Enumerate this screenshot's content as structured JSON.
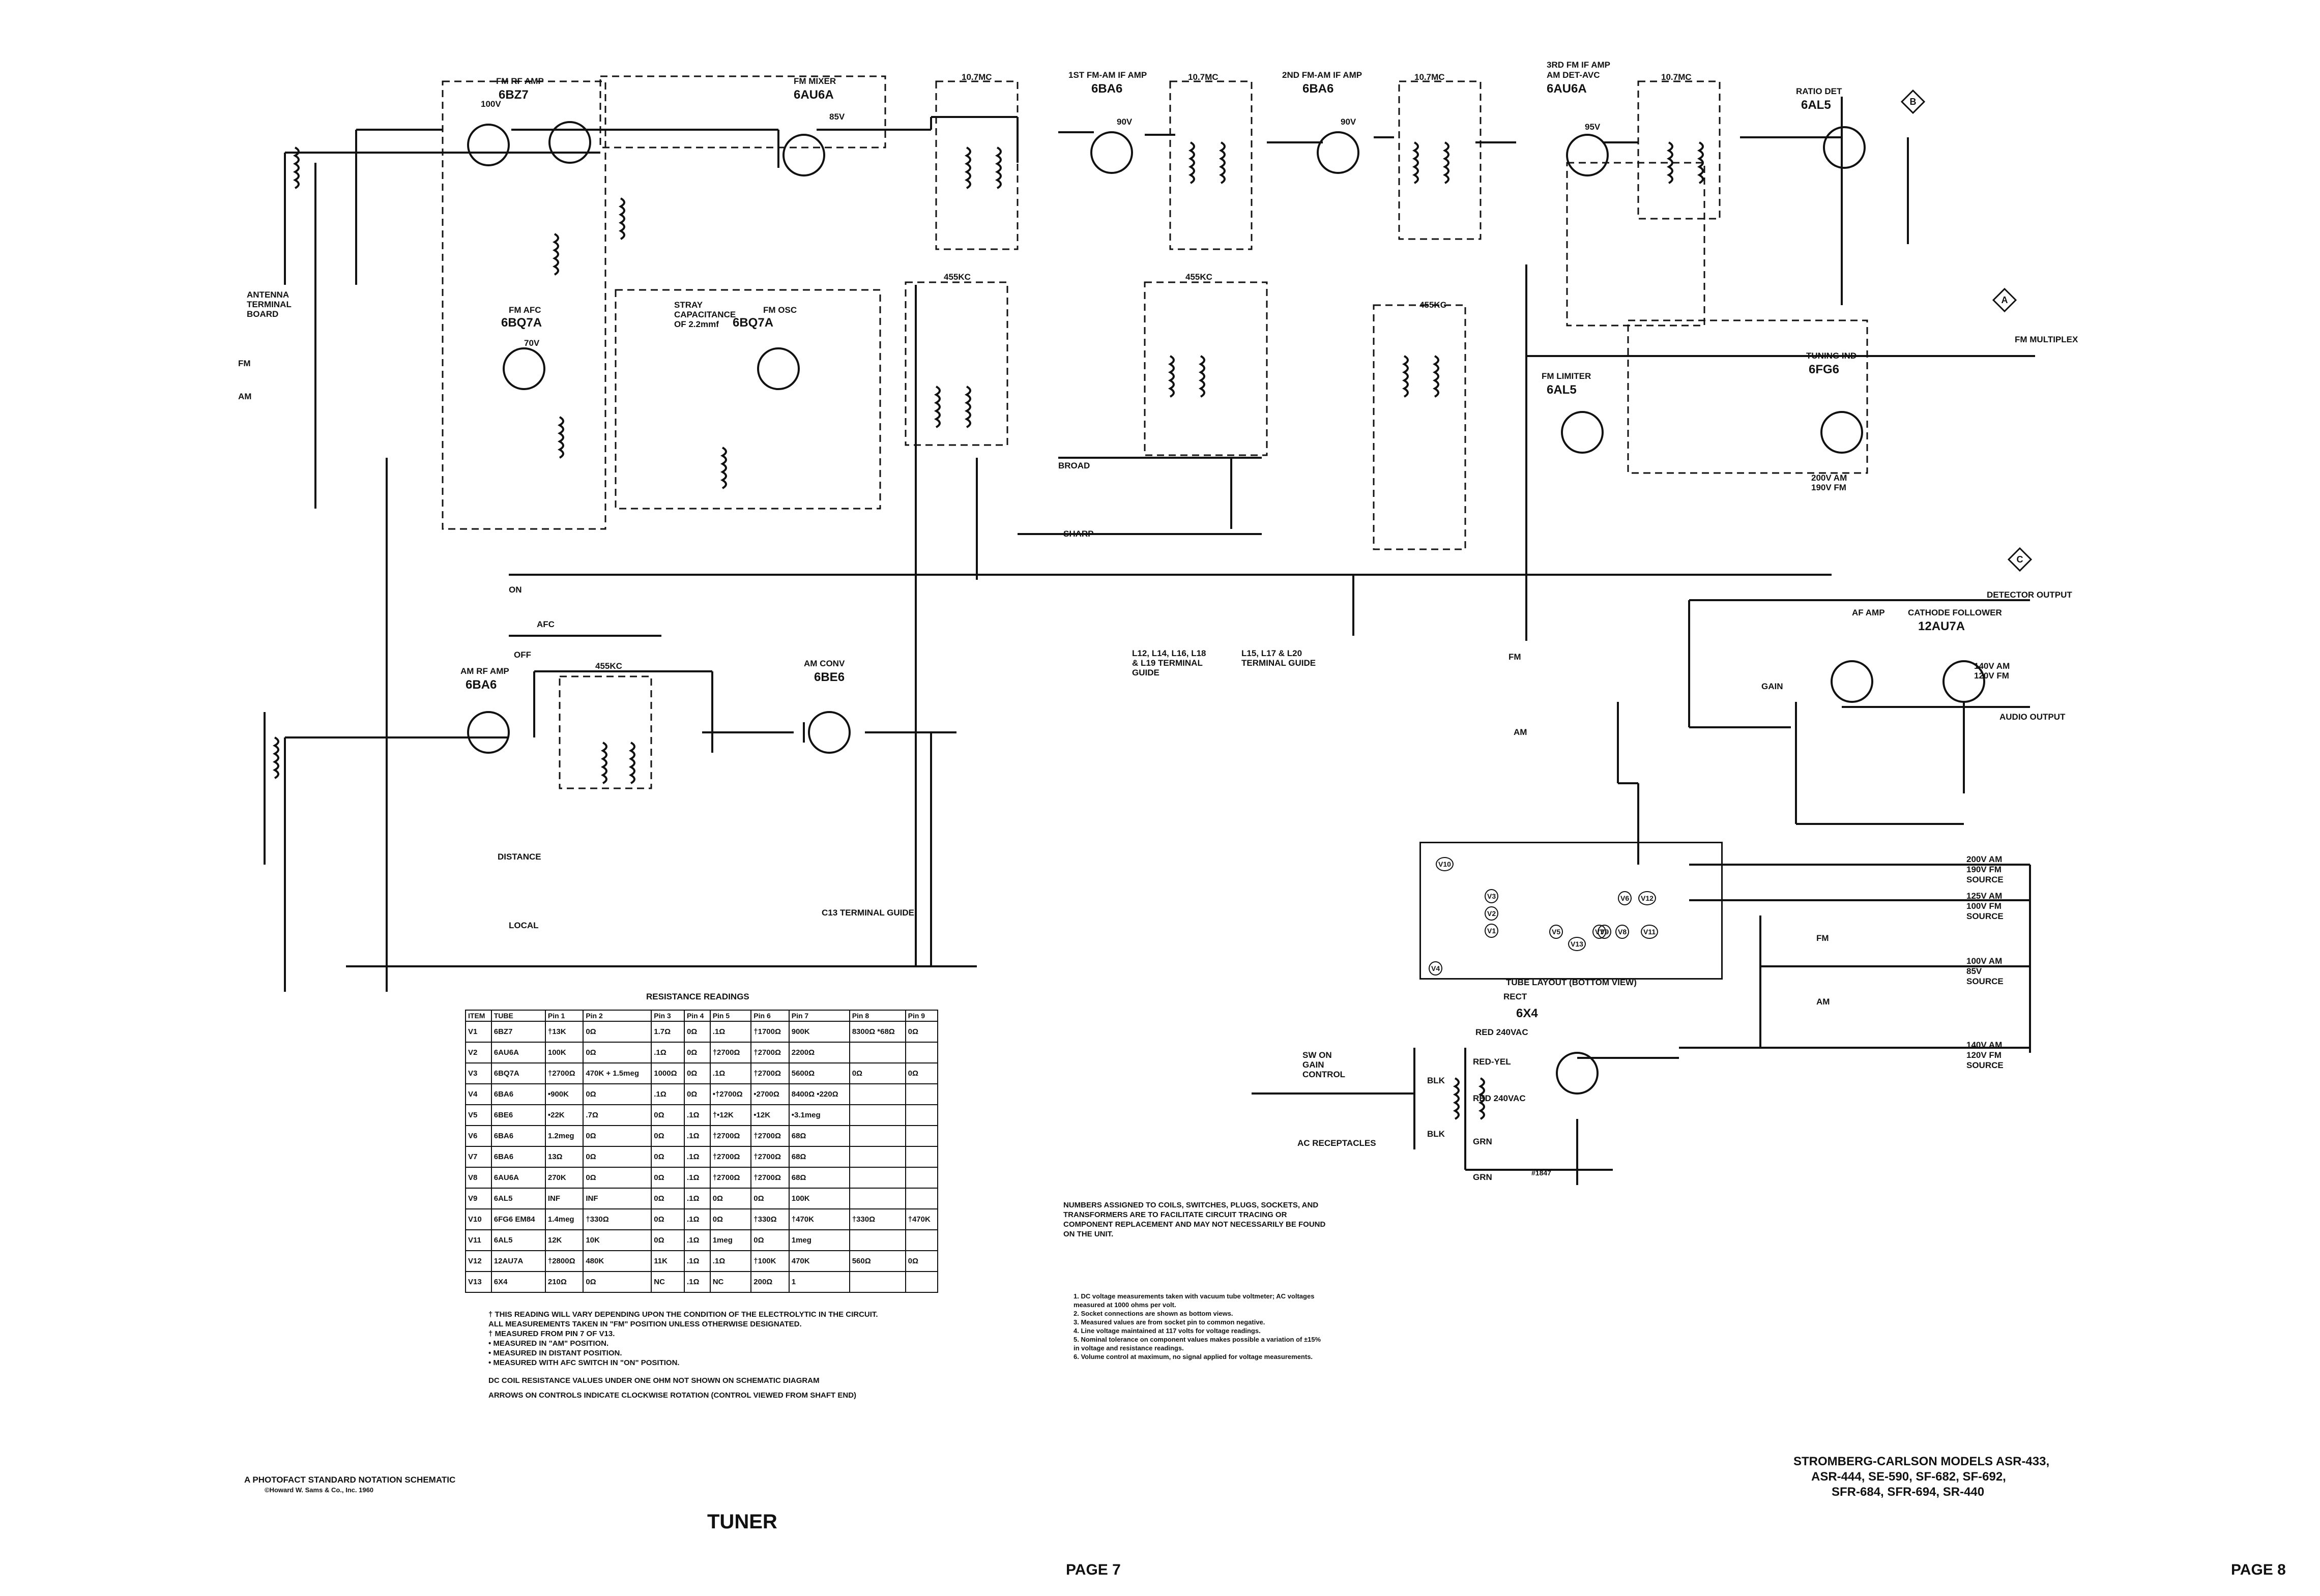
{
  "labels": {
    "fm_rf_amp": "FM RF AMP",
    "v1_type": "6BZ7",
    "fm_mixer": "FM MIXER",
    "v2_type": "6AU6A",
    "fm_afc": "FM AFC",
    "v3a_type": "6BQ7A",
    "fm_osc": "FM OSC",
    "v3b_type": "6BQ7A",
    "if1_amp": "1ST FM-AM IF AMP",
    "v6_type": "6BA6",
    "if2_amp": "2ND FM-AM IF AMP",
    "v7_type": "6BA6",
    "if3_amp": "3RD FM IF AMP",
    "if3_amp_b": "AM DET-AVC",
    "v8_type": "6AU6A",
    "ratio_det": "RATIO DET",
    "v11_type": "6AL5",
    "fm_limiter": "FM LIMITER",
    "v9_type": "6AL5",
    "tuning_ind": "TUNING IND",
    "v10_type": "6FG6",
    "am_rf_amp": "AM RF AMP",
    "v4_type": "6BA6",
    "am_conv": "AM CONV",
    "v5_type": "6BE6",
    "af_amp": "AF AMP",
    "cathode_follower": "CATHODE FOLLOWER",
    "v12_type": "12AU7A",
    "rect": "RECT",
    "v13_type": "6X4",
    "mc_10_7": "10.7MC",
    "kc_455": "455KC",
    "antenna_board": "ANTENNA TERMINAL BOARD",
    "fm": "FM",
    "am": "AM",
    "stray_cap": "STRAY CAPACITANCE OF 2.2mmf",
    "broad": "BROAD",
    "sharp": "SHARP",
    "afc": "AFC",
    "on": "ON",
    "off": "OFF",
    "distance": "DISTANCE",
    "local": "LOCAL",
    "gain": "GAIN",
    "fm_multiplex": "FM MULTIPLEX",
    "detector_output": "DETECTOR OUTPUT",
    "audio_output": "AUDIO OUTPUT",
    "sw_on_gain": "SW ON GAIN CONTROL",
    "ac_receptacles": "AC RECEPTACLES",
    "red_240": "RED 240VAC",
    "red_yel": "RED-YEL",
    "red_240b": "RED 240VAC",
    "blk": "BLK",
    "grn": "GRN",
    "grn2": "GRN",
    "blk2": "BLK",
    "pilot": "#1847",
    "terminal_guide_1": "L12, L14, L16, L18 & L19 TERMINAL GUIDE",
    "terminal_guide_2": "L15, L17 & L20 TERMINAL GUIDE",
    "c13_guide": "C13 TERMINAL GUIDE",
    "tube_layout": "TUBE LAYOUT (BOTTOM VIEW)",
    "src_200am": "200V AM",
    "src_190fm": "190V FM",
    "src_source1": "SOURCE",
    "src_125am": "125V AM",
    "src_100fm": "100V FM",
    "src_source2": "SOURCE",
    "src_100am": "100V AM",
    "src_85v": "85V",
    "src_source3": "SOURCE",
    "src_140am": "140V AM",
    "src_120fm": "120V FM",
    "src_source4": "SOURCE",
    "v1_plate": "100V",
    "v2_plate": "85V",
    "v3a_plate": "70V",
    "v6_plate": "90V",
    "v7_plate": "90V",
    "v8_plate": "95V",
    "v12_plate": "140V AM 120V FM",
    "tuning_volt": "200V AM 190V FM"
  },
  "markers": [
    "B",
    "A",
    "C"
  ],
  "resistance_table": {
    "title": "RESISTANCE READINGS",
    "headers": [
      "ITEM",
      "TUBE",
      "Pin 1",
      "Pin 2",
      "Pin 3",
      "Pin 4",
      "Pin 5",
      "Pin 6",
      "Pin 7",
      "Pin 8",
      "Pin 9"
    ],
    "rows": [
      [
        "V1",
        "6BZ7",
        "†13K",
        "0Ω",
        "1.7Ω",
        "0Ω",
        ".1Ω",
        "†1700Ω",
        "900K",
        "8300Ω *68Ω",
        "0Ω"
      ],
      [
        "V2",
        "6AU6A",
        "100K",
        "0Ω",
        ".1Ω",
        "0Ω",
        "†2700Ω",
        "†2700Ω",
        "2200Ω",
        "",
        ""
      ],
      [
        "V3",
        "6BQ7A",
        "†2700Ω",
        "470K + 1.5meg",
        "1000Ω",
        "0Ω",
        ".1Ω",
        "†2700Ω",
        "5600Ω",
        "0Ω",
        "0Ω"
      ],
      [
        "V4",
        "6BA6",
        "•900K",
        "0Ω",
        ".1Ω",
        "0Ω",
        "•†2700Ω",
        "•2700Ω",
        "8400Ω •220Ω",
        "",
        ""
      ],
      [
        "V5",
        "6BE6",
        "•22K",
        ".7Ω",
        "0Ω",
        ".1Ω",
        "†•12K",
        "•12K",
        "•3.1meg",
        "",
        ""
      ],
      [
        "V6",
        "6BA6",
        "1.2meg",
        "0Ω",
        "0Ω",
        ".1Ω",
        "†2700Ω",
        "†2700Ω",
        "68Ω",
        "",
        ""
      ],
      [
        "V7",
        "6BA6",
        "13Ω",
        "0Ω",
        "0Ω",
        ".1Ω",
        "†2700Ω",
        "†2700Ω",
        "68Ω",
        "",
        ""
      ],
      [
        "V8",
        "6AU6A",
        "270K",
        "0Ω",
        "0Ω",
        ".1Ω",
        "†2700Ω",
        "†2700Ω",
        "68Ω",
        "",
        ""
      ],
      [
        "V9",
        "6AL5",
        "INF",
        "INF",
        "0Ω",
        ".1Ω",
        "0Ω",
        "0Ω",
        "100K",
        "",
        ""
      ],
      [
        "V10",
        "6FG6 EM84",
        "1.4meg",
        "†330Ω",
        "0Ω",
        ".1Ω",
        "0Ω",
        "†330Ω",
        "†470K",
        "†330Ω",
        "†470K"
      ],
      [
        "V11",
        "6AL5",
        "12K",
        "10K",
        "0Ω",
        ".1Ω",
        "1meg",
        "0Ω",
        "1meg",
        "",
        ""
      ],
      [
        "V12",
        "12AU7A",
        "†2800Ω",
        "480K",
        "11K",
        ".1Ω",
        ".1Ω",
        "†100K",
        "470K",
        "560Ω",
        "0Ω"
      ],
      [
        "V13",
        "6X4",
        "210Ω",
        "0Ω",
        "NC",
        ".1Ω",
        "NC",
        "200Ω",
        "1",
        "",
        ""
      ]
    ]
  },
  "table_notes": [
    "† THIS READING WILL VARY DEPENDING UPON THE CONDITION OF THE ELECTROLYTIC IN THE CIRCUIT.",
    "ALL MEASUREMENTS TAKEN IN \"FM\" POSITION UNLESS OTHERWISE DESIGNATED.",
    "† MEASURED FROM PIN 7 OF V13.",
    "• MEASURED IN \"AM\" POSITION.",
    "• MEASURED IN DISTANT POSITION.",
    "• MEASURED WITH AFC SWITCH IN \"ON\" POSITION.",
    "DC COIL RESISTANCE VALUES UNDER ONE OHM NOT SHOWN ON SCHEMATIC DIAGRAM",
    "ARROWS ON CONTROLS INDICATE CLOCKWISE ROTATION (CONTROL VIEWED FROM SHAFT END)"
  ],
  "numbering_note": "NUMBERS ASSIGNED TO COILS, SWITCHES, PLUGS, SOCKETS, AND TRANSFORMERS ARE TO FACILITATE CIRCUIT TRACING OR COMPONENT REPLACEMENT AND MAY NOT NECESSARILY BE FOUND ON THE UNIT.",
  "measurement_notes": [
    "1. DC voltage measurements taken with vacuum tube voltmeter; AC voltages measured at 1000 ohms per volt.",
    "2. Socket connections are shown as bottom views.",
    "3. Measured values are from socket pin to common negative.",
    "4. Line voltage maintained at 117 volts for voltage readings.",
    "5. Nominal tolerance on component values makes possible a variation of ±15% in voltage and resistance readings.",
    "6. Volume control at maximum, no signal applied for voltage measurements."
  ],
  "footer": {
    "photofact": "A PHOTOFACT STANDARD NOTATION SCHEMATIC",
    "copyright": "©Howard W. Sams & Co., Inc. 1960",
    "section": "TUNER",
    "page7": "PAGE 7",
    "page8": "PAGE 8",
    "models_line1": "STROMBERG-CARLSON MODELS ASR-433,",
    "models_line2": "ASR-444, SE-590, SF-682, SF-692,",
    "models_line3": "SFR-684, SFR-694, SR-440"
  },
  "tube_layout_labels": [
    "V10",
    "V3",
    "V2",
    "V1",
    "V5",
    "V4",
    "V13",
    "V7",
    "V8",
    "V11",
    "V12",
    "V6",
    "V9"
  ],
  "colors": {
    "ink": "#111111",
    "paper": "#ffffff"
  }
}
